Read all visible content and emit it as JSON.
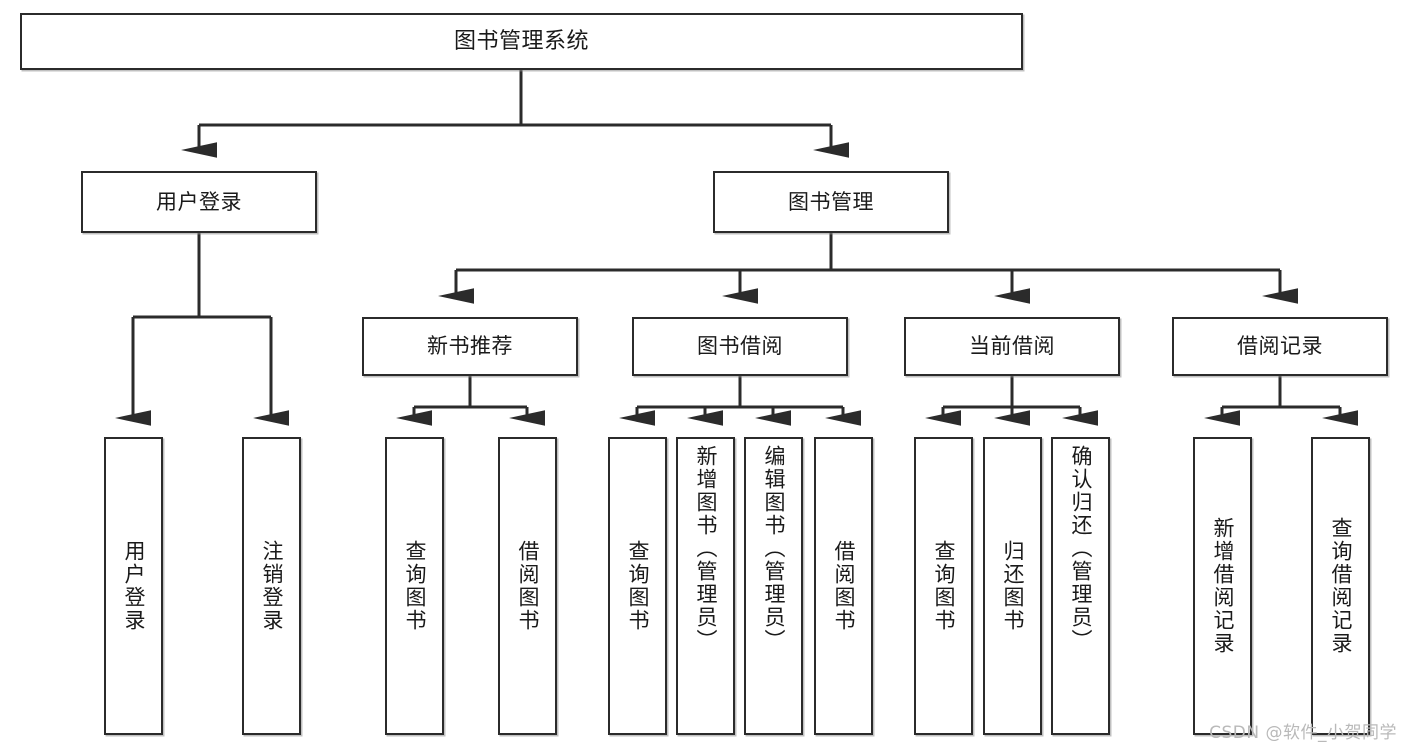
{
  "diagram": {
    "title": "图书管理系统",
    "watermark": "CSDN @软件_小贺同学",
    "stroke_color": "#2b2b2b",
    "fill_color": "#ffffff",
    "text_color": "#1a1a1a",
    "watermark_color": "#b9b9b9",
    "type": "tree-hierarchy-chart",
    "nodes": {
      "root": {
        "label": "图书管理系统"
      },
      "l1": [
        {
          "id": "user-login",
          "label": "用户登录"
        },
        {
          "id": "book-manage",
          "label": "图书管理"
        }
      ],
      "l2": [
        {
          "id": "new-book-rec",
          "label": "新书推荐"
        },
        {
          "id": "book-borrow",
          "label": "图书借阅"
        },
        {
          "id": "current-borrow",
          "label": "当前借阅"
        },
        {
          "id": "borrow-record",
          "label": "借阅记录"
        }
      ],
      "leaves": {
        "user_login": [
          {
            "id": "leaf-user-login",
            "label": "用户登录"
          },
          {
            "id": "leaf-logout-login",
            "label": "注销登录"
          }
        ],
        "new_book_rec": [
          {
            "id": "leaf-query-book-1",
            "label": "查询图书"
          },
          {
            "id": "leaf-borrow-book-1",
            "label": "借阅图书"
          }
        ],
        "book_borrow": [
          {
            "id": "leaf-query-book-2",
            "label": "查询图书"
          },
          {
            "id": "leaf-add-book",
            "label": "新增图书（管理员）"
          },
          {
            "id": "leaf-edit-book",
            "label": "编辑图书（管理员）"
          },
          {
            "id": "leaf-borrow-book-2",
            "label": "借阅图书"
          }
        ],
        "current_borrow": [
          {
            "id": "leaf-query-book-3",
            "label": "查询图书"
          },
          {
            "id": "leaf-return-book",
            "label": "归还图书"
          },
          {
            "id": "leaf-confirm-return",
            "label": "确认归还（管理员）"
          }
        ],
        "borrow_record": [
          {
            "id": "leaf-add-record",
            "label": "新增借阅记录"
          },
          {
            "id": "leaf-query-record",
            "label": "查询借阅记录"
          }
        ]
      }
    }
  }
}
